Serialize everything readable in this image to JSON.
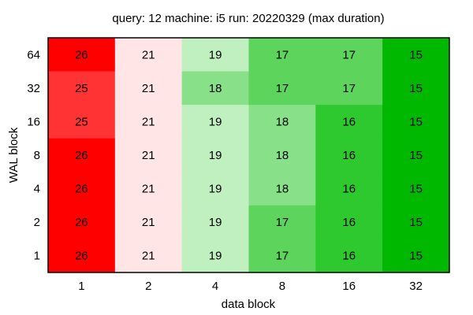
{
  "chart_data": {
    "type": "heatmap",
    "title": "query: 12  machine: i5  run: 20220329  (max duration)",
    "xlabel": "data block",
    "ylabel": "WAL block",
    "x": [
      "1",
      "2",
      "4",
      "8",
      "16",
      "32"
    ],
    "y": [
      "64",
      "32",
      "16",
      "8",
      "4",
      "2",
      "1"
    ],
    "values": [
      [
        26,
        21,
        19,
        17,
        17,
        15
      ],
      [
        25,
        21,
        18,
        17,
        17,
        15
      ],
      [
        25,
        21,
        19,
        18,
        16,
        15
      ],
      [
        26,
        21,
        19,
        18,
        16,
        15
      ],
      [
        26,
        21,
        19,
        18,
        16,
        15
      ],
      [
        26,
        21,
        19,
        17,
        16,
        15
      ],
      [
        26,
        21,
        19,
        17,
        16,
        15
      ]
    ],
    "colors": {
      "26": "#ff0000",
      "25": "#ff3333",
      "21": "#ffe5e5",
      "19": "#c0f0c0",
      "18": "#88e088",
      "17": "#5dd55d",
      "16": "#2ec92e",
      "15": "#00b800"
    }
  }
}
